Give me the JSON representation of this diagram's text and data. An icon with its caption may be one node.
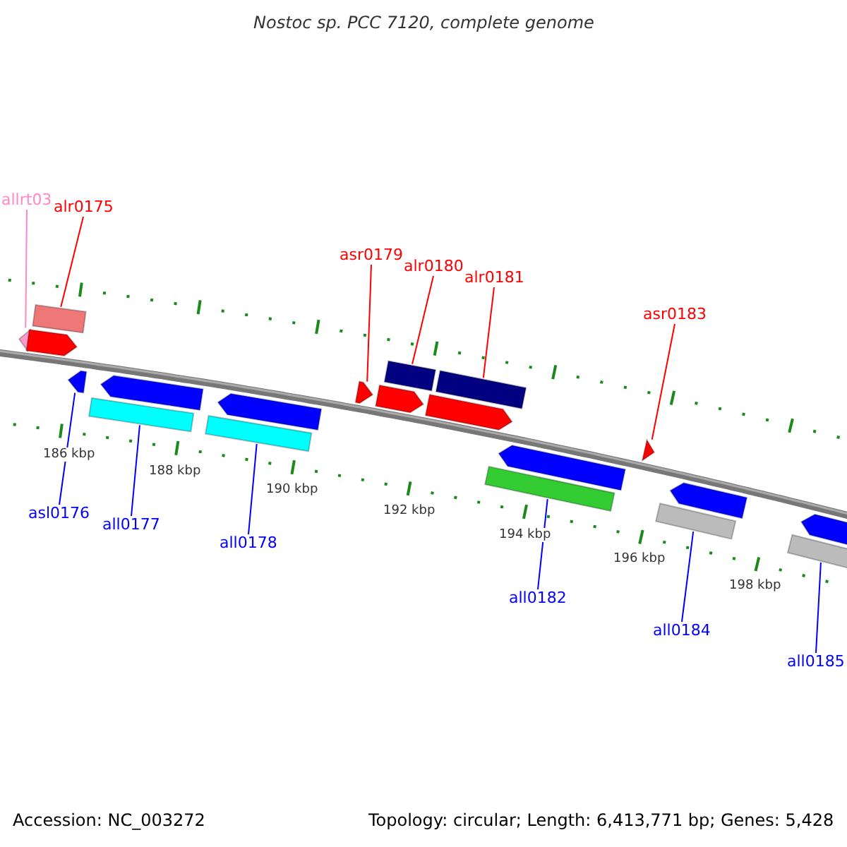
{
  "diagram": {
    "title": "Nostoc sp. PCC 7120, complete genome",
    "nodes": [
      {
        "text": [
          "allrt03"
        ]
      },
      {
        "text": [
          "alr0175"
        ]
      },
      {
        "text": [
          "asl0176"
        ]
      },
      {
        "text": [
          "all0177"
        ]
      },
      {
        "text": [
          "all0178"
        ]
      },
      {
        "text": [
          "asr0179"
        ]
      },
      {
        "text": [
          "alr0180"
        ]
      },
      {
        "text": [
          "alr0181"
        ]
      },
      {
        "text": [
          "all0182"
        ]
      },
      {
        "text": [
          "asr0183"
        ]
      },
      {
        "text": [
          "all0184"
        ]
      },
      {
        "text": [
          "all0185"
        ]
      },
      {
        "text": [],
        "shape": "arrow"
      },
      {
        "text": [],
        "shape": "arrow"
      },
      {
        "text": [],
        "shape": "arrow"
      },
      {
        "text": [],
        "shape": "arrow"
      },
      {
        "text": [],
        "shape": "arrow"
      },
      {
        "text": [],
        "shape": "arrow"
      },
      {
        "text": [],
        "shape": "arrow"
      },
      {
        "text": [],
        "shape": "arrow"
      },
      {
        "text": [],
        "shape": "arrow"
      },
      {
        "text": [],
        "shape": "arrow"
      },
      {
        "text": [],
        "shape": "arrow"
      },
      {
        "text": [],
        "shape": "arrow"
      }
    ],
    "edges": [
      {
        "from": 0,
        "to": 12,
        "arrow": "none",
        "color": "#ff88c4"
      },
      {
        "from": 1,
        "to": 13,
        "arrow": "none",
        "color": "#ff0000"
      },
      {
        "from": 2,
        "to": 14,
        "arrow": "none",
        "color": "#0000ff"
      },
      {
        "from": 3,
        "to": 15,
        "arrow": "none",
        "color": "#0000ff"
      },
      {
        "from": 4,
        "to": 16,
        "arrow": "none",
        "color": "#0000ff"
      },
      {
        "from": 5,
        "to": 17,
        "arrow": "none",
        "color": "#ff0000"
      },
      {
        "from": 6,
        "to": 18,
        "arrow": "none",
        "color": "#ff0000"
      },
      {
        "from": 7,
        "to": 19,
        "arrow": "none",
        "color": "#ff0000"
      },
      {
        "from": 8,
        "to": 20,
        "arrow": "none",
        "color": "#0000ff"
      },
      {
        "from": 9,
        "to": 21,
        "arrow": "none",
        "color": "#ff0000"
      },
      {
        "from": 10,
        "to": 22,
        "arrow": "none",
        "color": "#0000ff"
      },
      {
        "from": 11,
        "to": 23,
        "arrow": "none",
        "color": "#0000ff"
      }
    ],
    "labels": [
      "186 kbp",
      "188 kbp",
      "190 kbp",
      "192 kbp",
      "194 kbp",
      "196 kbp",
      "198 kbp",
      "Accession: NC_003272",
      "Topology: circular; Length: 6,413,771 bp; Genes: 5,428"
    ]
  }
}
